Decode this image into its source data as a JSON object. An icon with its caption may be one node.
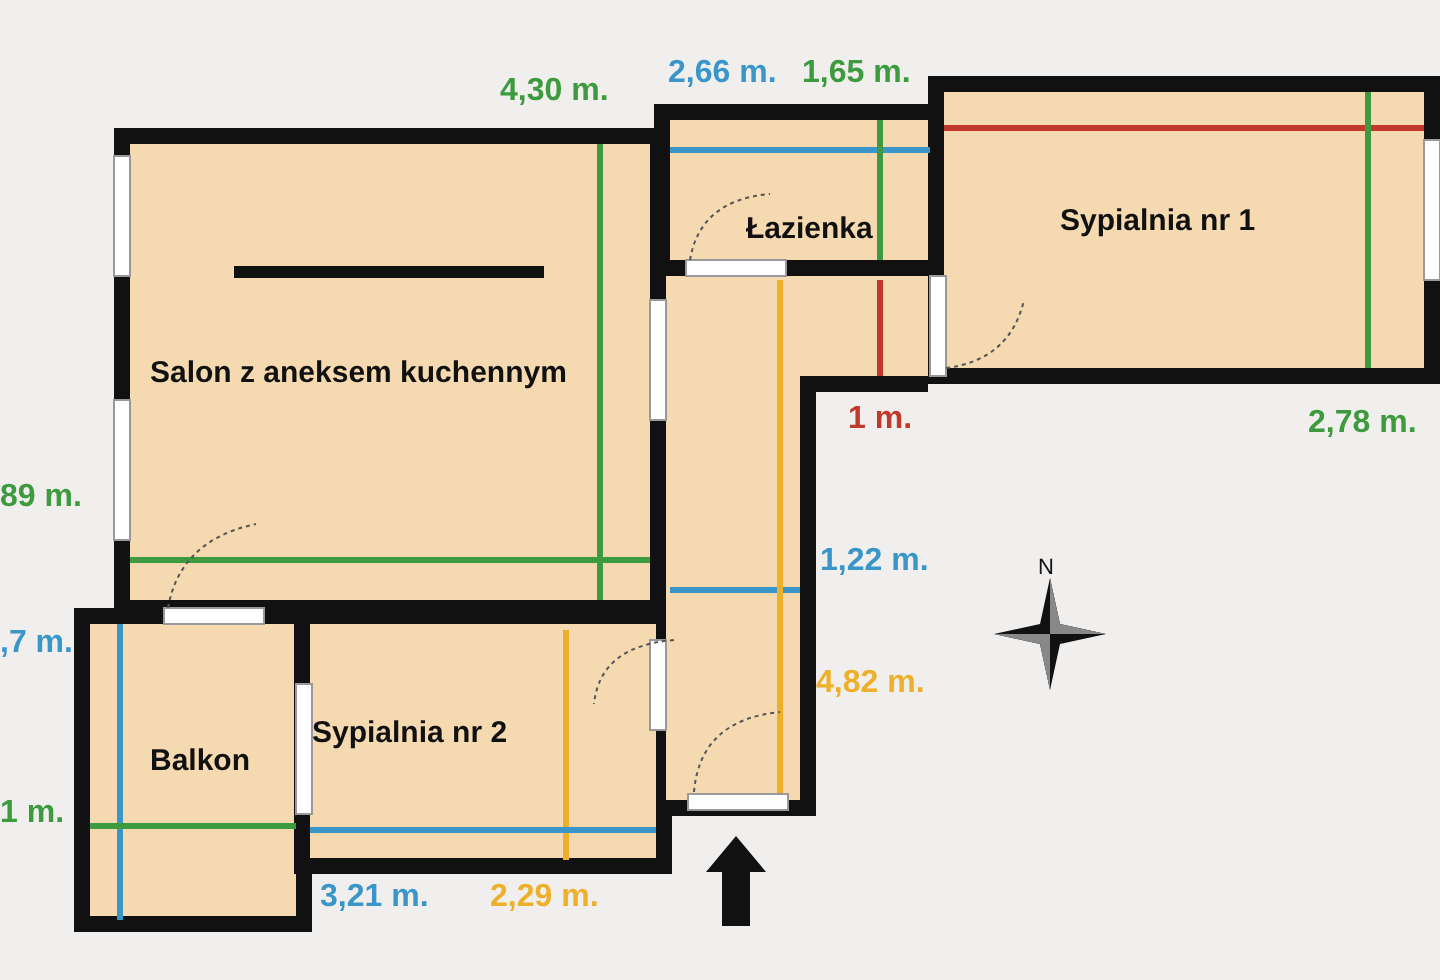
{
  "diagram": {
    "nodes": [
      {
        "text": [
          "Salon z aneksem kuchennym"
        ]
      },
      {
        "text": [
          "Łazienka"
        ]
      },
      {
        "text": [
          "Sypialnia nr 1"
        ]
      },
      {
        "text": [
          "Balkon"
        ]
      },
      {
        "text": [
          "Sypialnia nr 2"
        ]
      }
    ],
    "labels": [
      "4,30 m.",
      "2,66 m.",
      "1,65 m.",
      "1 m.",
      "2,78 m.",
      "1,22 m.",
      "4,82 m.",
      "89 m.",
      ",7 m.",
      "1 m.",
      "3,21 m.",
      "2,29 m.",
      "N"
    ]
  }
}
